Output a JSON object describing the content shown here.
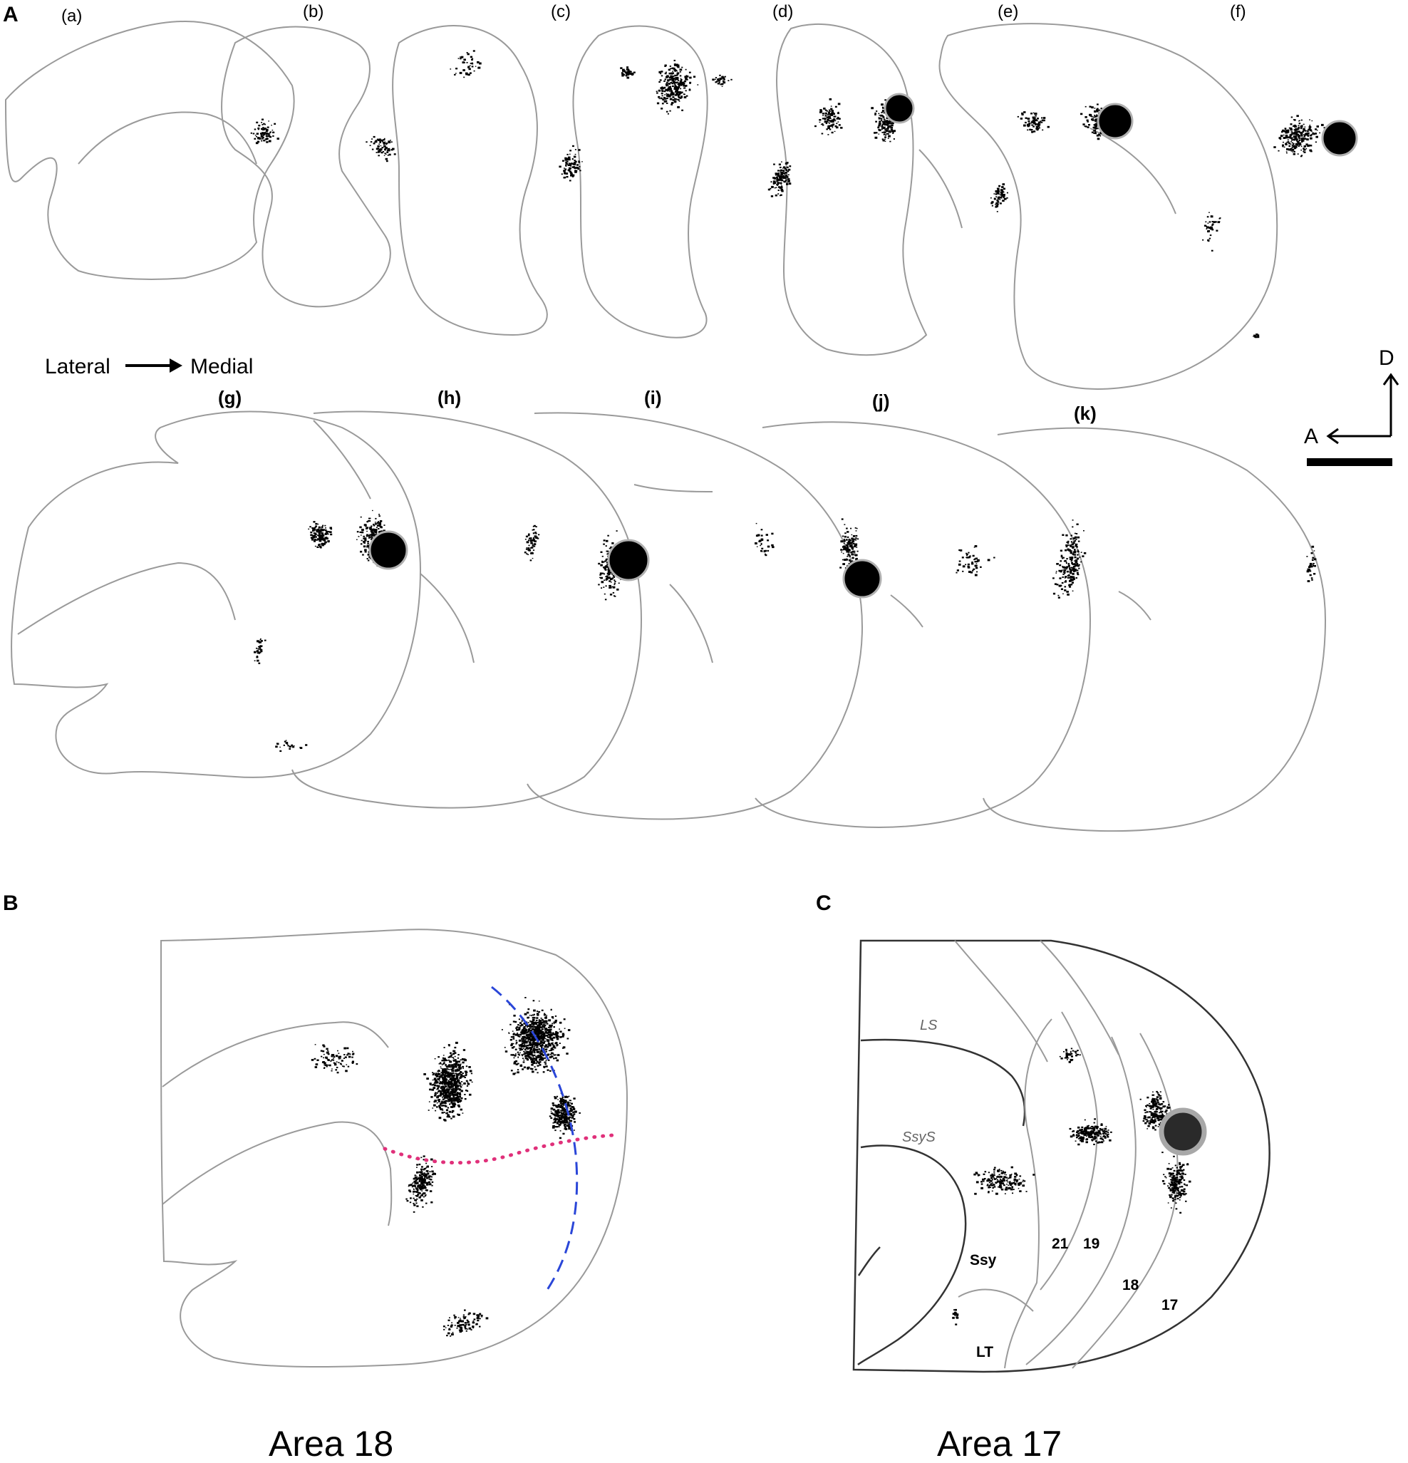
{
  "panels": {
    "A": {
      "letter": "A",
      "sections_row1": [
        "(a)",
        "(b)",
        "(c)",
        "(d)",
        "(e)",
        "(f)"
      ],
      "sections_row2": [
        "(g)",
        "(h)",
        "(i)",
        "(j)",
        "(k)"
      ],
      "orientation": {
        "from": "Lateral",
        "to": "Medial"
      },
      "axes": {
        "dorsal": "D",
        "anterior": "A"
      }
    },
    "B": {
      "letter": "B",
      "caption": "Area 18"
    },
    "C": {
      "letter": "C",
      "caption": "Area 17",
      "sulci": [
        "LS",
        "SsyS"
      ],
      "regions": [
        "Ssy",
        "21",
        "19",
        "18",
        "17",
        "LT"
      ]
    }
  },
  "colors": {
    "outline": "#9a9a9a",
    "label_dots": "#000000",
    "injection": "#000000",
    "injection_rim": "#b0b0b0",
    "boundary_dashed": "#2a46d8",
    "boundary_dotted": "#e0307a"
  }
}
